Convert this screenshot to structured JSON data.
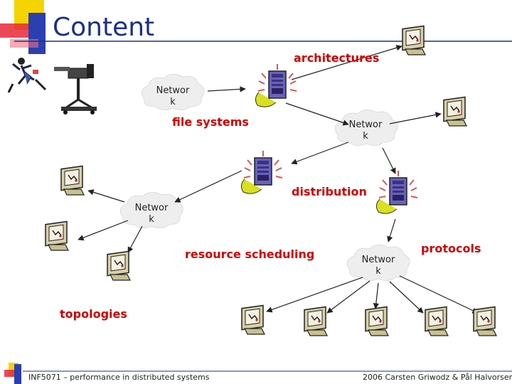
{
  "slide": {
    "title": "Content",
    "labels": {
      "architectures": "architectures",
      "file_systems": "file systems",
      "distribution": "distribution",
      "resource_scheduling": "resource scheduling",
      "protocols": "protocols",
      "topologies": "topologies"
    },
    "clouds": [
      {
        "line1": "Networ",
        "line2": "k"
      },
      {
        "line1": "Networ",
        "line2": "k"
      },
      {
        "line1": "Networ",
        "line2": "k"
      },
      {
        "line1": "Networ",
        "line2": "k"
      }
    ],
    "footer": {
      "left": "INF5071 – performance in distributed systems",
      "right": "2006 Carsten Griwodz & Pål Halvorsen"
    }
  },
  "colors": {
    "title": "#1b2f8a",
    "accent_label": "#cc0000",
    "deco_yellow": "#f5d300",
    "deco_red": "#e8283a",
    "deco_blue": "#2a3fb0"
  },
  "icons": [
    "computer-icon",
    "server-icon",
    "camera-icon",
    "person-icon",
    "cloud-icon"
  ]
}
